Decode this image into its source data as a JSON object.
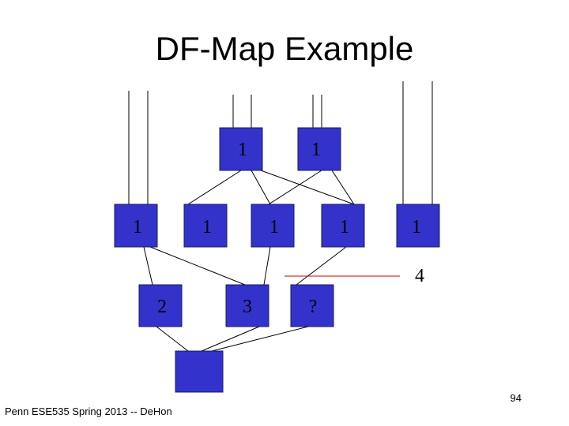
{
  "slide": {
    "title": "DF-Map Example",
    "page_number": "94",
    "footer": "Penn ESE535 Spring 2013 -- DeHon"
  },
  "colors": {
    "node_fill": "#3333cc",
    "node_stroke": "#1a1a66",
    "wire": "#000000",
    "cut_line": "#cc0000"
  },
  "nodes": {
    "top": [
      "1",
      "1"
    ],
    "middle": [
      "1",
      "1",
      "1",
      "1",
      "1"
    ],
    "cut_label": "4",
    "lower": [
      "2",
      "3",
      "?"
    ],
    "output": ""
  }
}
